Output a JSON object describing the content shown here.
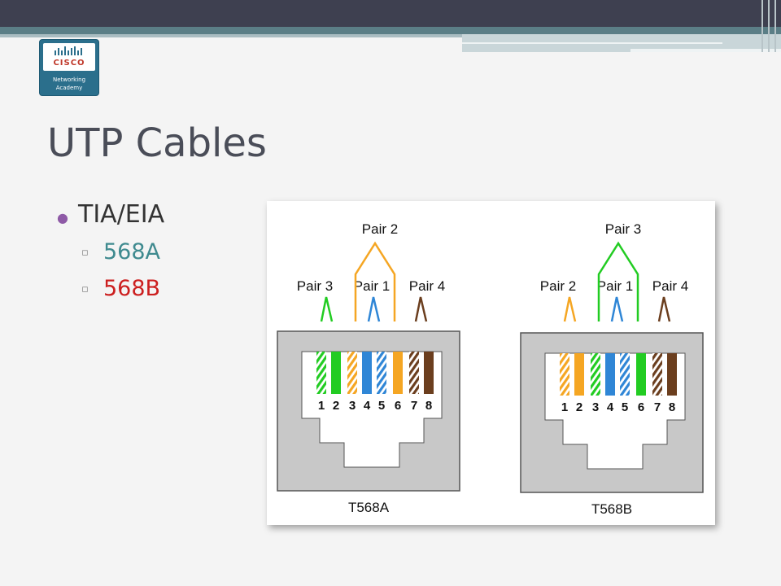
{
  "slide": {
    "title": "UTP Cables",
    "bullet": "TIA/EIA",
    "sub_bullets": [
      {
        "text": "568A",
        "color": "#3f8a8f"
      },
      {
        "text": "568B",
        "color": "#cc1f1f"
      }
    ],
    "sub_marker": "▫"
  },
  "logo": {
    "brand": "CISCO",
    "line1": "Networking",
    "line2": "Academy"
  },
  "diagram": {
    "wire_colors": {
      "green": "#22cc22",
      "orange": "#f5a623",
      "blue": "#2f86d6",
      "brown": "#6b3e1e",
      "stripe_bg": "#ffffff"
    },
    "connectors": [
      {
        "label": "T568A",
        "pair_labels": {
          "top": "Pair 2",
          "left": "Pair 3",
          "middle": "Pair 1",
          "right": "Pair 4"
        },
        "pin_numbers": [
          "1",
          "2",
          "3",
          "4",
          "5",
          "6",
          "7",
          "8"
        ],
        "pins": [
          {
            "color": "green",
            "striped": true
          },
          {
            "color": "green",
            "striped": false
          },
          {
            "color": "orange",
            "striped": true
          },
          {
            "color": "blue",
            "striped": false
          },
          {
            "color": "blue",
            "striped": true
          },
          {
            "color": "orange",
            "striped": false
          },
          {
            "color": "brown",
            "striped": true
          },
          {
            "color": "brown",
            "striped": false
          }
        ]
      },
      {
        "label": "T568B",
        "pair_labels": {
          "top": "Pair 3",
          "left": "Pair 2",
          "middle": "Pair 1",
          "right": "Pair 4"
        },
        "pin_numbers": [
          "1",
          "2",
          "3",
          "4",
          "5",
          "6",
          "7",
          "8"
        ],
        "pins": [
          {
            "color": "orange",
            "striped": true
          },
          {
            "color": "orange",
            "striped": false
          },
          {
            "color": "green",
            "striped": true
          },
          {
            "color": "blue",
            "striped": false
          },
          {
            "color": "blue",
            "striped": true
          },
          {
            "color": "green",
            "striped": false
          },
          {
            "color": "brown",
            "striped": true
          },
          {
            "color": "brown",
            "striped": false
          }
        ]
      }
    ]
  }
}
